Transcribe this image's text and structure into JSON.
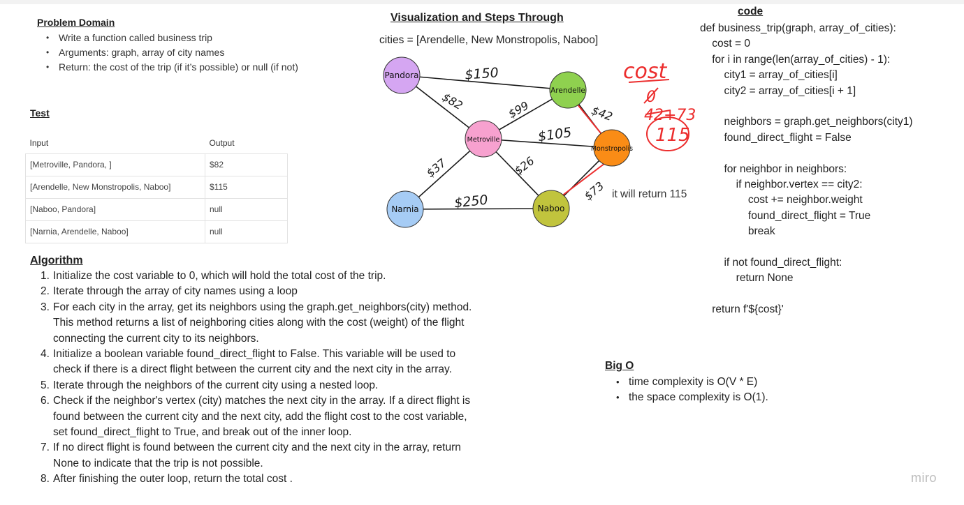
{
  "problem_domain": {
    "title": "Problem Domain",
    "items": [
      "Write a function called business trip",
      "Arguments: graph, array of city names",
      "Return: the cost of the trip (if it’s possible) or null (if not)"
    ]
  },
  "test": {
    "title": "Test",
    "headers": [
      "Input",
      "Output"
    ],
    "rows": [
      [
        "[Metroville, Pandora, ]",
        "$82"
      ],
      [
        "[Arendelle, New Monstropolis, Naboo]",
        "$115"
      ],
      [
        "[Naboo, Pandora]",
        "null"
      ],
      [
        "[Narnia, Arendelle, Naboo]",
        "null"
      ]
    ]
  },
  "algorithm": {
    "title": "Algorithm",
    "steps": [
      "Initialize the cost variable to 0, which will hold the total cost of the trip.",
      "Iterate through the array of city names using a loop",
      "For each city in the array, get its neighbors using the graph.get_neighbors(city) method. This method returns a list of neighboring cities along with the cost (weight) of the flight connecting the current city to its neighbors.",
      "Initialize a boolean variable found_direct_flight to False. This variable will be used to check if there is a direct flight between the current city and the next city in the array.",
      "Iterate through the neighbors of the current city using a nested loop.",
      "Check if the neighbor's vertex (city) matches the next city in the array. If a direct flight is found between the current city and the next city, add the flight cost to the cost variable, set found_direct_flight to True, and break out of the inner loop.",
      "If no direct flight is found between the current city and the next city in the array, return None to indicate that the trip is not possible.",
      "After finishing the outer loop, return the total cost ."
    ]
  },
  "visualization": {
    "title": "Visualization and Steps Through",
    "cities_line": "cities = [Arendelle, New Monstropolis, Naboo]",
    "return_note": "it will return 115",
    "nodes": [
      {
        "id": "pandora",
        "label": "Pandora",
        "color": "#d5a6f2"
      },
      {
        "id": "arendelle",
        "label": "Arendelle",
        "color": "#8fd14f"
      },
      {
        "id": "metroville",
        "label": "Metroville",
        "color": "#f7a1cf"
      },
      {
        "id": "monstropolis",
        "label": "Monstropolis",
        "color": "#fa8c16"
      },
      {
        "id": "narnia",
        "label": "Narnia",
        "color": "#a6ccf5"
      },
      {
        "id": "naboo",
        "label": "Naboo",
        "color": "#c1c43d"
      }
    ],
    "edges": [
      {
        "from": "pandora",
        "to": "arendelle",
        "label": "$150",
        "highlight": false
      },
      {
        "from": "pandora",
        "to": "metroville",
        "label": "$82",
        "highlight": false
      },
      {
        "from": "metroville",
        "to": "arendelle",
        "label": "$99",
        "highlight": false
      },
      {
        "from": "arendelle",
        "to": "monstropolis",
        "label": "$42",
        "highlight": true
      },
      {
        "from": "metroville",
        "to": "monstropolis",
        "label": "$105",
        "highlight": false
      },
      {
        "from": "metroville",
        "to": "narnia",
        "label": "$37",
        "highlight": false
      },
      {
        "from": "metroville",
        "to": "naboo",
        "label": "$26",
        "highlight": false
      },
      {
        "from": "narnia",
        "to": "naboo",
        "label": "$250",
        "highlight": false
      },
      {
        "from": "naboo",
        "to": "monstropolis",
        "label": "$73",
        "highlight": true
      }
    ],
    "annotation": {
      "word": "cost",
      "zero": "0",
      "sum": "42+73",
      "total": "115",
      "color": "#ec2d2d"
    }
  },
  "code": {
    "title": "code",
    "lines": [
      "def business_trip(graph, array_of_cities):",
      "    cost = 0",
      "    for i in range(len(array_of_cities) - 1):",
      "        city1 = array_of_cities[i]",
      "        city2 = array_of_cities[i + 1]",
      "",
      "        neighbors = graph.get_neighbors(city1)",
      "        found_direct_flight = False",
      "",
      "        for neighbor in neighbors:",
      "            if neighbor.vertex == city2:",
      "                cost += neighbor.weight",
      "                found_direct_flight = True",
      "                break",
      "",
      "        if not found_direct_flight:",
      "            return None",
      "",
      "    return f'${cost}'"
    ]
  },
  "big_o": {
    "title": "Big O",
    "items": [
      "time complexity is O(V * E)",
      "the space complexity is O(1)."
    ]
  },
  "branding": {
    "logo": "miro"
  }
}
